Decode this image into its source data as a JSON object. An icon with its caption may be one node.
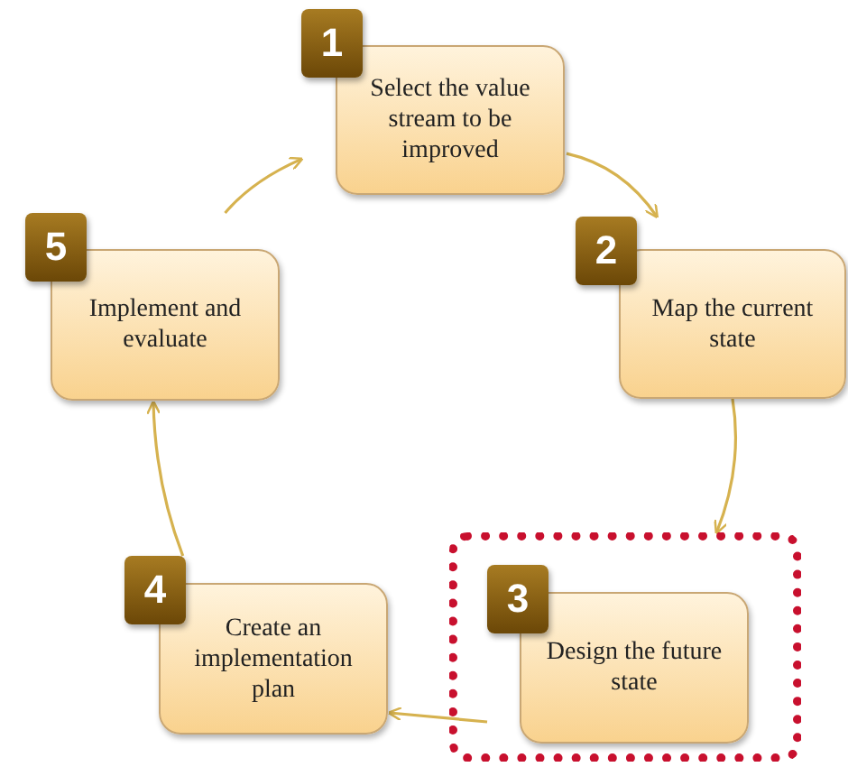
{
  "diagram": {
    "nodes": [
      {
        "text": [
          "1",
          "Select the value stream to be improved"
        ]
      },
      {
        "text": [
          "2",
          "Map the current state"
        ]
      },
      {
        "text": [],
        "shape": "box"
      },
      {
        "text": [
          "3",
          "Design the future state"
        ],
        "in": 2
      },
      {
        "text": [
          "4",
          "Create an implementation plan"
        ]
      },
      {
        "text": [
          "5",
          "Implement and evaluate"
        ]
      }
    ],
    "edges": [
      {
        "from": 0,
        "to": 1,
        "arrow": "to"
      },
      {
        "from": 1,
        "to": 2,
        "arrow": "to"
      },
      {
        "from": 3,
        "to": 4,
        "arrow": "to"
      },
      {
        "from": 4,
        "to": 5,
        "arrow": "to"
      },
      {
        "from": 5,
        "to": 0,
        "arrow": "to"
      }
    ]
  }
}
